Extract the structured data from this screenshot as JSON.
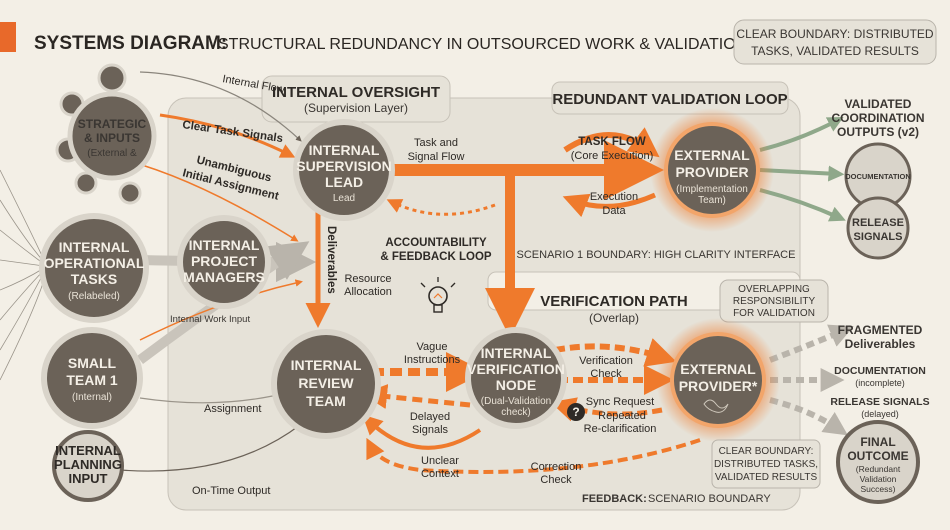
{
  "header": {
    "title_bold": "SYSTEMS DIAGRAM:",
    "title_rest": "STRUCTURAL REDUNDANCY IN OUTSOURCED WORK & VALIDATION EFFICIENCY",
    "boundary_note_line1": "CLEAR BOUNDARY: DISTRIBUTED",
    "boundary_note_line2": "TASKS, VALIDATED RESULTS"
  },
  "left_nodes": {
    "strategic_line1": "STRATEGIC",
    "strategic_line2": "& INPUTS",
    "strategic_sub": "(External &",
    "operational_line1": "INTERNAL",
    "operational_line2": "OPERATIONAL",
    "operational_line3": "TASKS",
    "operational_sub": "(Relabeled)",
    "small_team_line1": "SMALL",
    "small_team_line2": "TEAM 1",
    "small_team_sub": "(Internal)",
    "planning_line1": "INTERNAL",
    "planning_line2": "PLANNING",
    "planning_line3": "INPUT"
  },
  "oversight": {
    "title": "INTERNAL OVERSIGHT",
    "subtitle": "(Supervision Layer)",
    "lead_line1": "INTERNAL",
    "lead_line2": "SUPERVISION",
    "lead_line3": "LEAD",
    "lead_sub": "Lead",
    "pm_line1": "INTERNAL",
    "pm_line2": "PROJECT",
    "pm_line3": "MANAGERS",
    "review_line1": "INTERNAL",
    "review_line2": "REVIEW",
    "review_line3": "TEAM"
  },
  "flow_labels": {
    "internal_flow": "Internal Flow",
    "clear_task_signals": "Clear Task Signals",
    "unambiguous_line1": "Unambiguous",
    "unambiguous_line2": "Initial Assignment",
    "task_signal_line1": "Task and",
    "task_signal_line2": "Signal Flow",
    "deliverables": "Deliverables",
    "accountability_line1": "ACCOUNTABILITY",
    "accountability_line2": "& FEEDBACK LOOP",
    "resource_line1": "Resource",
    "resource_line2": "Allocation",
    "internal_work_input": "Internal Work Input",
    "assignment": "Assignment",
    "on_time_output": "On-Time Output",
    "vague_line1": "Vague",
    "vague_line2": "Instructions",
    "delayed_line1": "Delayed",
    "delayed_line2": "Signals",
    "unclear_line1": "Unclear",
    "unclear_line2": "Context",
    "correction_line1": "Correction",
    "correction_line2": "Check",
    "verification_check_line1": "Verification",
    "verification_check_line2": "Check",
    "sync_request": "Sync Request",
    "repeated_line1": "Repeated",
    "repeated_line2": "Re-clarification"
  },
  "redundant_loop": {
    "title": "REDUNDANT VALIDATION LOOP",
    "task_flow": "TASK FLOW",
    "core_execution": "(Core Execution)",
    "execution_line1": "Execution",
    "execution_line2": "Data",
    "provider_line1": "EXTERNAL",
    "provider_line2": "PROVIDER",
    "provider_sub_line1": "(Implementation",
    "provider_sub_line2": "Team)",
    "scenario_boundary": "SCENARIO 1 BOUNDARY: HIGH CLARITY INTERFACE"
  },
  "verification": {
    "title": "VERIFICATION PATH",
    "subtitle": "(Overlap)",
    "overlap_line1": "OVERLAPPING",
    "overlap_line2": "RESPONSIBILITY",
    "overlap_line3": "FOR VALIDATION",
    "node_line1": "INTERNAL",
    "node_line2": "VERIFICATION",
    "node_line3": "NODE",
    "node_sub_line1": "(Dual-Validation",
    "node_sub_line2": "check)",
    "provider_line1": "EXTERNAL",
    "provider_line2": "PROVIDER*",
    "clear_line1": "CLEAR BOUNDARY:",
    "clear_line2": "DISTRIBUTED TASKS,",
    "clear_line3": "VALIDATED RESULTS",
    "feedback_bold": "FEEDBACK:",
    "feedback_rest": "SCENARIO BOUNDARY"
  },
  "outputs": {
    "validated_line1": "VALIDATED",
    "validated_line2": "COORDINATION",
    "validated_line3": "OUTPUTS (v2)",
    "documentation": "DOCUMENTATION",
    "release_line1": "RELEASE",
    "release_line2": "SIGNALS",
    "fragmented_line1": "FRAGMENTED",
    "fragmented_line2": "Deliverables",
    "documentation_incomplete_line1": "DOCUMENTATION",
    "documentation_incomplete_line2": "(incomplete)",
    "release_delayed_line1": "RELEASE SIGNALS",
    "release_delayed_line2": "(delayed)",
    "final_line1": "FINAL",
    "final_line2": "OUTCOME",
    "final_sub_line1": "(Redundant",
    "final_sub_line2": "Validation",
    "final_sub_line3": "Success)"
  },
  "colors": {
    "background": "#f3efe6",
    "panel": "#e6e2d8",
    "node_dark": "#6b6258",
    "node_light": "#d9d4ca",
    "orange": "#ef7a2c",
    "green": "#8fa88a",
    "gray_arrow": "#b9b4ab"
  },
  "icons": {
    "lightbulb": "lightbulb-icon",
    "question": "question-icon",
    "accent": "accent-bar-icon"
  }
}
